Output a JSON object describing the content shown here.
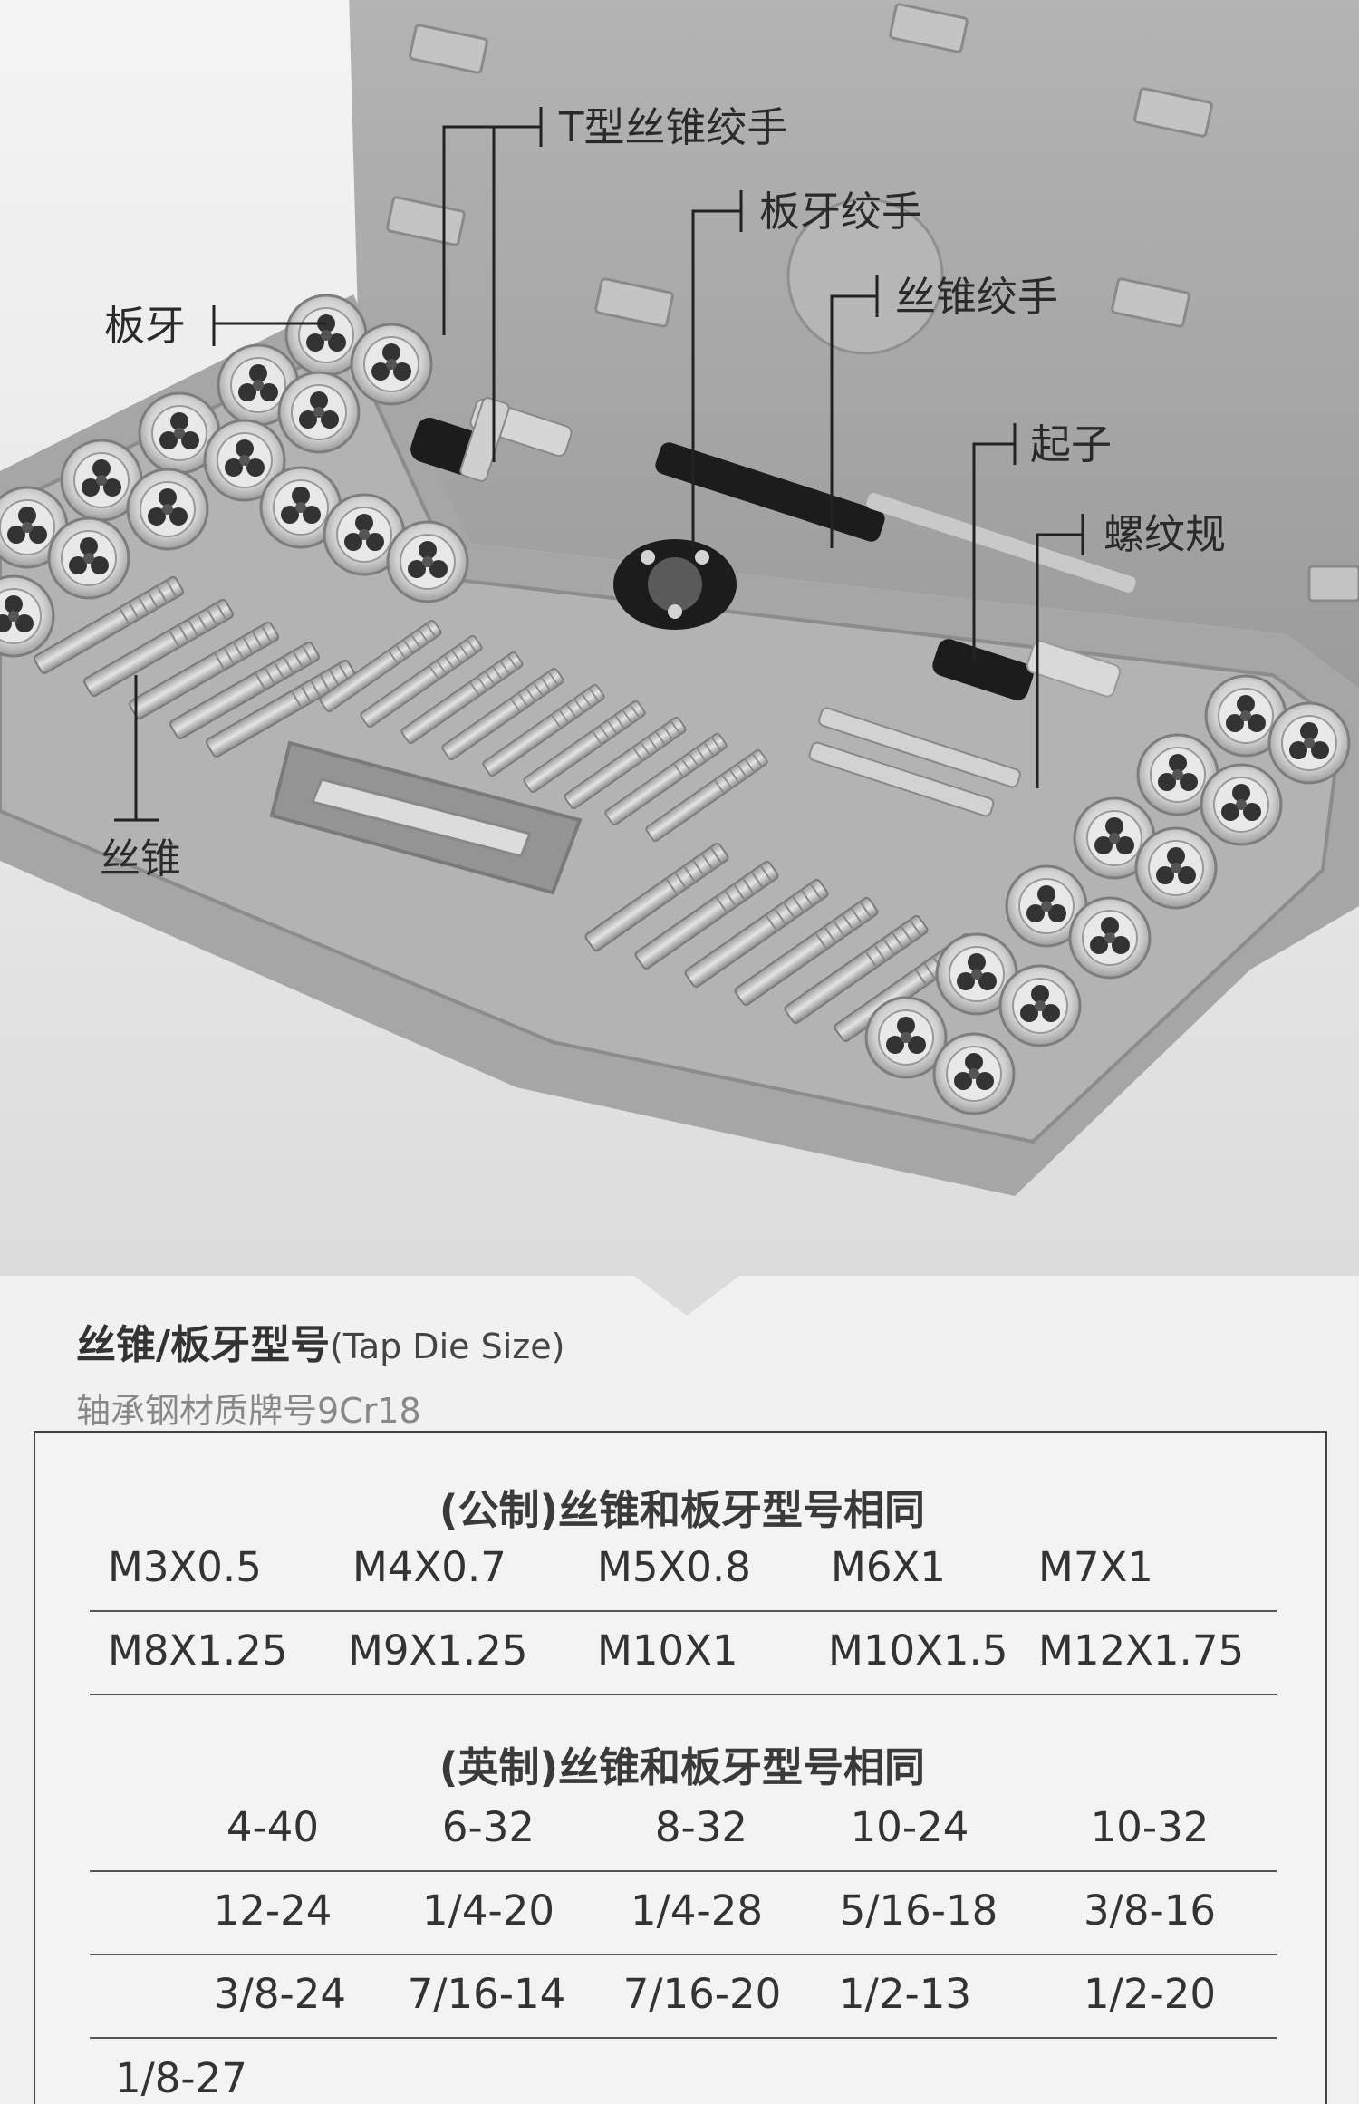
{
  "callouts": {
    "t_tap_wrench": "T型丝锥绞手",
    "die_wrench": "板牙绞手",
    "tap_wrench": "丝锥绞手",
    "die": "板牙",
    "screwdriver": "起子",
    "thread_gauge": "螺纹规",
    "tap": "丝锥"
  },
  "section": {
    "title_cn": "丝锥/板牙型号",
    "title_en": "(Tap Die Size)",
    "subtitle": "轴承钢材质牌号9Cr18"
  },
  "metric": {
    "title": "(公制)丝锥和板牙型号相同",
    "rows": [
      [
        "M3X0.5",
        "M4X0.7",
        "M5X0.8",
        "M6X1",
        "M7X1"
      ],
      [
        "M8X1.25",
        "M9X1.25",
        "M10X1",
        "M10X1.5",
        "M12X1.75"
      ]
    ]
  },
  "imperial": {
    "title": "(英制)丝锥和板牙型号相同",
    "rows": [
      [
        "4-40",
        "6-32",
        "8-32",
        "10-24",
        "10-32"
      ],
      [
        "12-24",
        "1/4-20",
        "1/4-28",
        "5/16-18",
        "3/8-16"
      ],
      [
        "3/8-24",
        "7/16-14",
        "7/16-20",
        "1/2-13",
        "1/2-20"
      ],
      [
        "1/8-27",
        "",
        "",
        "",
        ""
      ]
    ]
  },
  "colors": {
    "case": "#a9a9a9",
    "case_dark": "#8e8e8e",
    "metal": "#cfcfcf",
    "handle": "#1c1c1c"
  }
}
